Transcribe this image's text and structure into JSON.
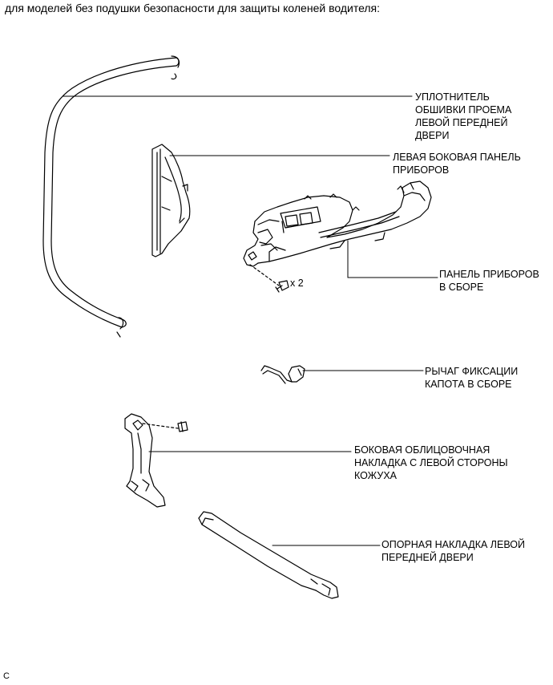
{
  "heading": "для моделей без подушки безопасности для защиты коленей водителя:",
  "labels": {
    "weatherstrip": [
      "УПЛОТНИТЕЛЬ",
      "ОБШИВКИ ПРОЕМА",
      "ЛЕВОЙ ПЕРЕДНЕЙ",
      "ДВЕРИ"
    ],
    "side_panel": [
      "ЛЕВАЯ БОКОВАЯ ПАНЕЛЬ",
      "ПРИБОРОВ"
    ],
    "instrument_panel": [
      "ПАНЕЛЬ ПРИБОРОВ",
      "В СБОРЕ"
    ],
    "hood_lever": [
      "РЫЧАГ ФИКСАЦИИ",
      "КАПОТА В СБОРЕ"
    ],
    "cowl_trim": [
      "БОКОВАЯ ОБЛИЦОВОЧНАЯ",
      "НАКЛАДКА С ЛЕВОЙ СТОРОНЫ",
      "КОЖУХА"
    ],
    "scuff_plate": [
      "ОПОРНАЯ НАКЛАДКА ЛЕВОЙ",
      "ПЕРЕДНЕЙ ДВЕРИ"
    ]
  },
  "screw_qty": "x 2",
  "figure_code": "C"
}
